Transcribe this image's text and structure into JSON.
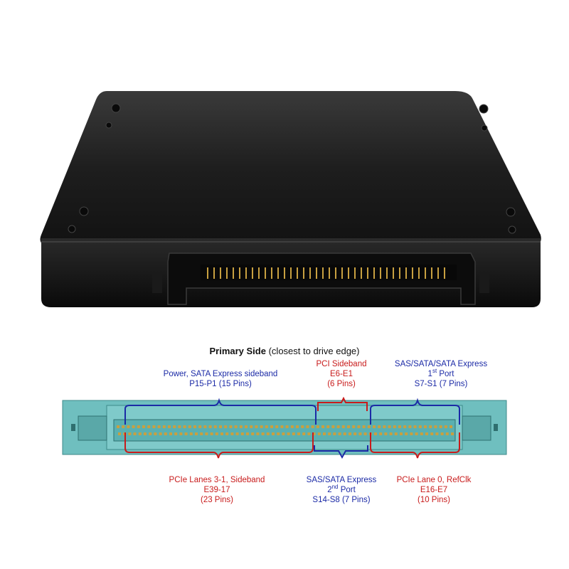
{
  "diagram": {
    "title_bold": "Primary Side",
    "title_rest": " (closest to drive edge)",
    "top_labels": {
      "power": {
        "line1": "Power, SATA Express sideband",
        "line2": "P15-P1 (15 Pins)"
      },
      "pci": {
        "line1": "PCI Sideband",
        "line2": "E6-E1",
        "line3": "(6 Pins)"
      },
      "sas1": {
        "line1": "SAS/SATA/SATA Express",
        "line2_num": "1",
        "line2_sup": "st",
        "line2_rest": " Port",
        "line3": "S7-S1 (7 Pins)"
      }
    },
    "bottom_labels": {
      "pcie31": {
        "line1": "PCIe Lanes 3-1, Sideband",
        "line2": "E39-17",
        "line3": "(23 Pins)"
      },
      "sas2": {
        "line1": "SAS/SATA Express",
        "line2_num": "2",
        "line2_sup": "nd",
        "line2_rest": " Port",
        "line3": "S14-S8 (7 Pins)"
      },
      "pcie0": {
        "line1": "PCIe Lane 0, RefClk",
        "line2": "E16-E7",
        "line3": "(10 Pins)"
      }
    },
    "colors": {
      "blue": "#1b2aa6",
      "red": "#c81b1b",
      "connector": "#6fbfbf",
      "pin": "#c8a040"
    }
  }
}
